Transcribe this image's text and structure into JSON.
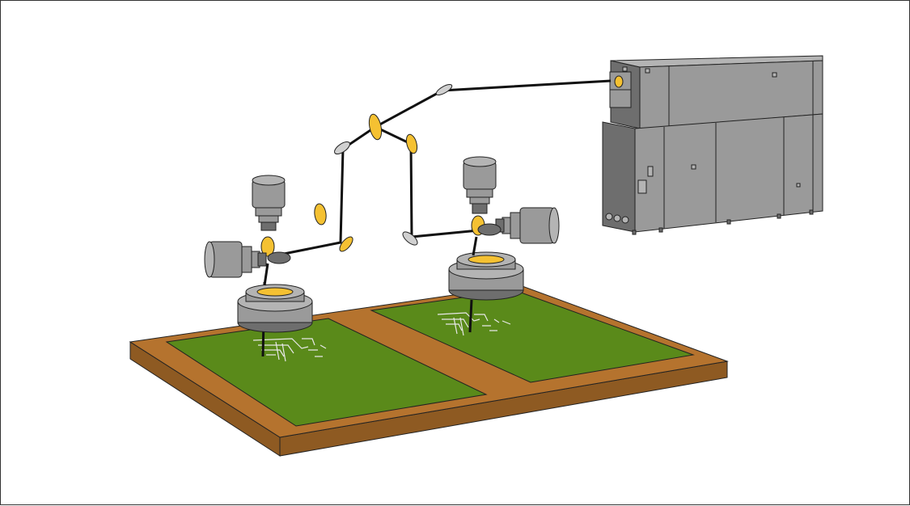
{
  "colors": {
    "background": "#ffffff",
    "board_wood": "#b5732e",
    "board_wood_dark": "#8e5a22",
    "board_pcb": "#5a8a1a",
    "machine_grey": "#9a9a9a",
    "machine_dark": "#6e6e6e",
    "mirror_gold": "#f5c132",
    "mirror_silver": "#d0d0d0",
    "beam": "#111111",
    "trace": "#e8e8e8"
  },
  "components": {
    "laser_source": "laser-source-cabinet",
    "beam_path": "laser-beam-path",
    "mirrors": "beam-steering-mirrors",
    "heads": [
      "laser-head-left",
      "laser-head-right"
    ],
    "workpiece": "pcb-panel-on-wooden-fixture"
  }
}
